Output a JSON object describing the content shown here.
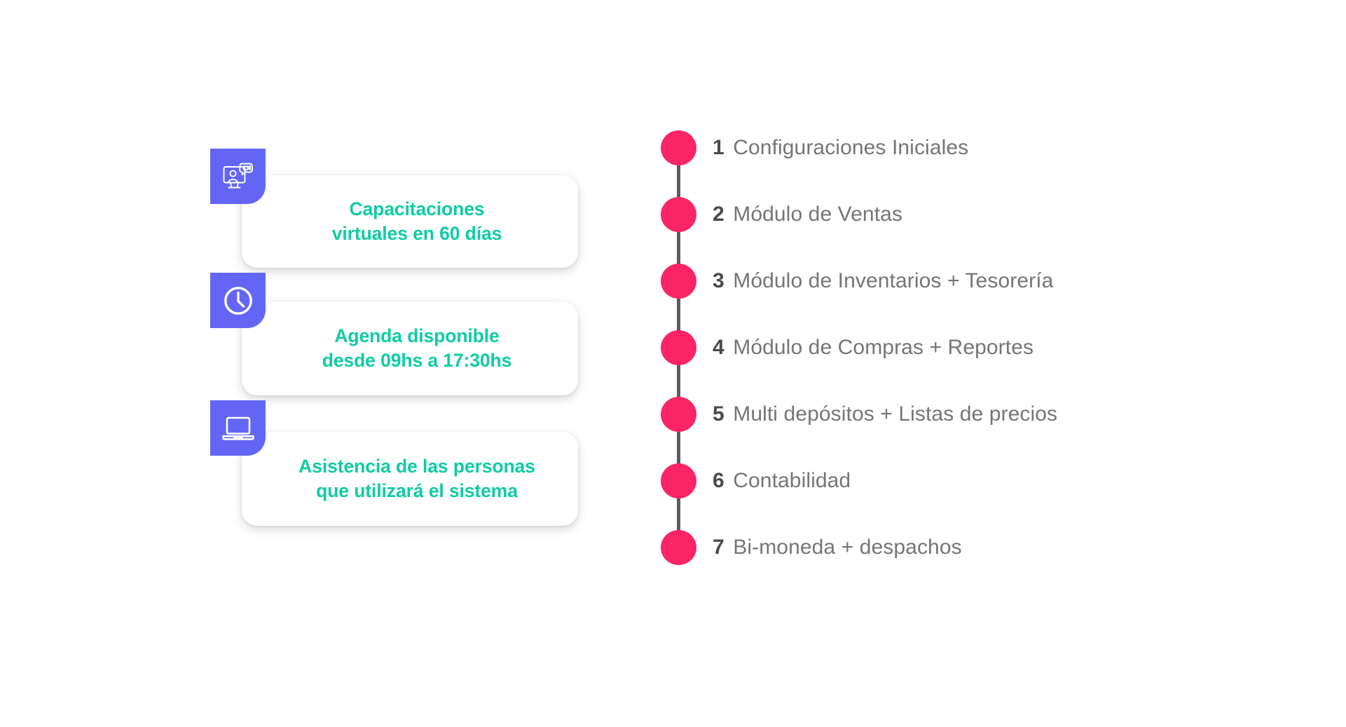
{
  "theme": {
    "background": "#ffffff",
    "teal_text": "#0ECCA4",
    "purple_tile": "#6366F5",
    "pink_dot": "#FB2566",
    "track_gray": "#5C5C5C",
    "label_gray": "#757575",
    "number_gray": "#4A4A4A"
  },
  "features": {
    "cards": [
      {
        "icon": "video-call-monitor-icon",
        "text": "Capacitaciones\nvirtuales en 60 días"
      },
      {
        "icon": "clock-icon",
        "text": "Agenda disponible\ndesde 09hs a 17:30hs"
      },
      {
        "icon": "laptop-icon",
        "text": "Asistencia de las personas\nque utilizará el sistema"
      }
    ]
  },
  "timeline": {
    "items": [
      {
        "number": "1",
        "label": "Configuraciones Iniciales"
      },
      {
        "number": "2",
        "label": "Módulo de Ventas"
      },
      {
        "number": "3",
        "label": "Módulo de Inventarios + Tesorería"
      },
      {
        "number": "4",
        "label": "Módulo de Compras + Reportes"
      },
      {
        "number": "5",
        "label": "Multi depósitos + Listas de precios"
      },
      {
        "number": "6",
        "label": "Contabilidad"
      },
      {
        "number": "7",
        "label": "Bi-moneda + despachos"
      }
    ]
  }
}
